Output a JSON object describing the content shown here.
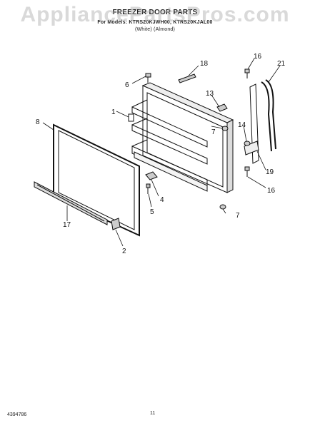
{
  "header": {
    "title": "FREEZER DOOR PARTS",
    "models": "For Models: KTRS20KJWH00, KTRS20KJAL00",
    "color_codes": "(White)          (Almond)"
  },
  "watermark": "AppliancePartsPros.com",
  "footer": {
    "doc_number": "4394786",
    "page_number": "11"
  },
  "callouts": [
    "1",
    "2",
    "4",
    "5",
    "6",
    "7",
    "7",
    "8",
    "13",
    "14",
    "16",
    "16",
    "17",
    "18",
    "19",
    "21"
  ]
}
